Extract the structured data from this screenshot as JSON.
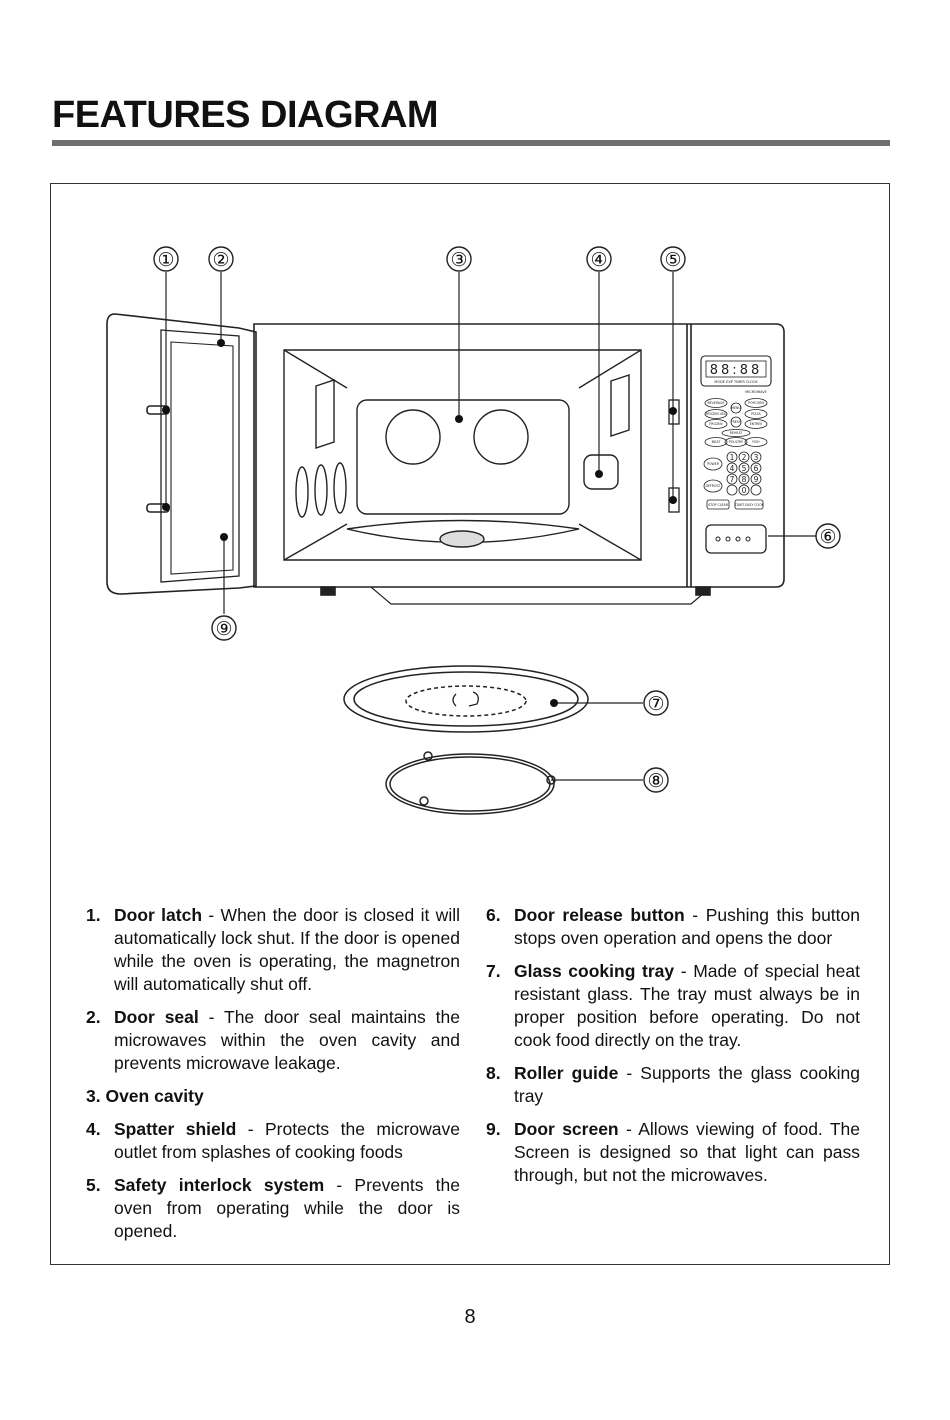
{
  "page": {
    "title": "FEATURES DIAGRAM",
    "page_number": "8"
  },
  "diagram": {
    "callouts": [
      "①",
      "②",
      "③",
      "④",
      "⑤",
      "⑥",
      "⑦",
      "⑧",
      "⑨"
    ],
    "control_panel": {
      "display": "88:88",
      "display_caption": "MODE EXP TIMER CLOCK",
      "model_label": "MICROWAVE",
      "buttons": [
        "BEVERAGE",
        "POPCORN",
        "FROZEN VEG",
        "MENU",
        "FRESH",
        "PIZZA",
        "FROZEN",
        "ENTREE",
        "REHEAT",
        "MEAT",
        "POULTRY",
        "FISH",
        "POWER",
        "DEFROST",
        "STOP CLEAR",
        "START EASY COOK"
      ],
      "keypad": [
        "1",
        "2",
        "3",
        "4",
        "5",
        "6",
        "7",
        "8",
        "9",
        "0"
      ]
    }
  },
  "features_left": [
    {
      "num": "1.",
      "term": "Door latch",
      "desc": " - When the door is closed it will automatically lock shut. If the door is opened while the oven is operating, the magnetron will automatically shut off."
    },
    {
      "num": "2.",
      "term": "Door seal",
      "desc": " - The door seal maintains the microwaves within the oven cavity and prevents microwave leakage."
    },
    {
      "label": "3. Oven cavity"
    },
    {
      "num": "4.",
      "term": "Spatter shield",
      "desc": " - Protects the microwave outlet from splashes of cooking foods"
    },
    {
      "num": "5.",
      "term": "Safety interlock system",
      "desc": " - Prevents the oven from operating while the door is opened."
    }
  ],
  "features_right": [
    {
      "num": "6.",
      "term": "Door release button",
      "desc": " - Pushing this button stops oven operation and opens the door"
    },
    {
      "num": "7.",
      "term": "Glass cooking tray",
      "desc": " - Made of special heat resistant glass. The tray must always be in proper position before operating. Do not cook food directly on the tray."
    },
    {
      "num": "8.",
      "term": "Roller guide",
      "desc": " - Supports the glass cooking tray"
    },
    {
      "num": "9.",
      "term": "Door screen",
      "desc": " - Allows viewing of food. The Screen is designed so that light can pass through, but not the microwaves."
    }
  ]
}
